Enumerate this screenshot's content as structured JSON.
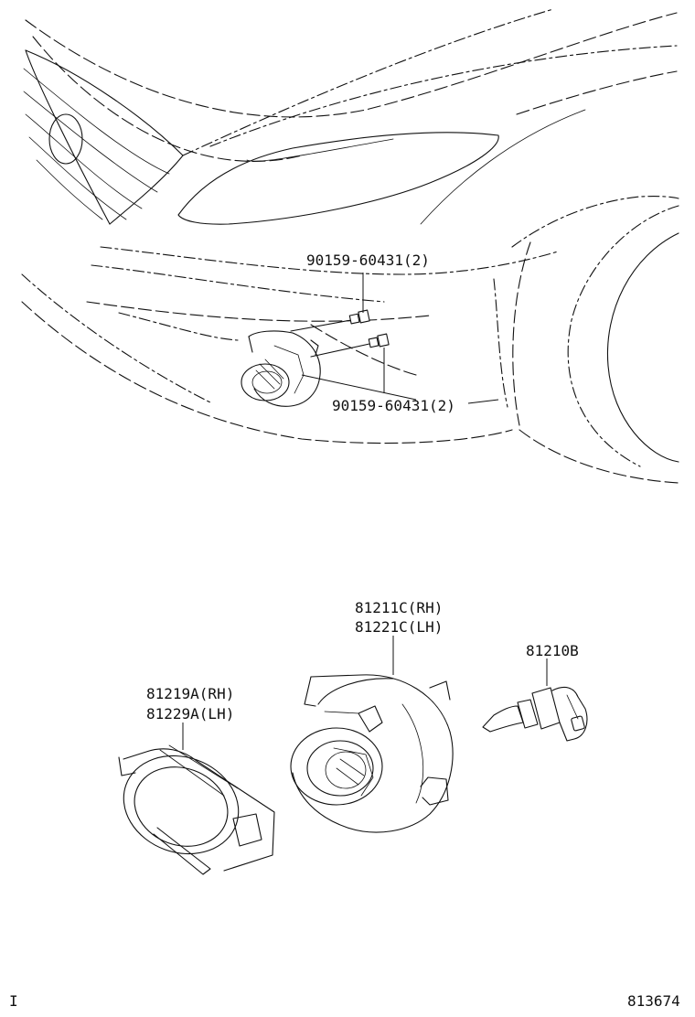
{
  "callouts": {
    "bolt_upper": "90159-60431(2)",
    "bolt_lower": "90159-60431(2)",
    "fog_lamp_rh": "81211C(RH)",
    "fog_lamp_lh": "81221C(LH)",
    "bulb": "81210B",
    "cover_rh": "81219A(RH)",
    "cover_lh": "81229A(LH)"
  },
  "footer": {
    "left_mark": "I",
    "illustration_number": "813674"
  }
}
